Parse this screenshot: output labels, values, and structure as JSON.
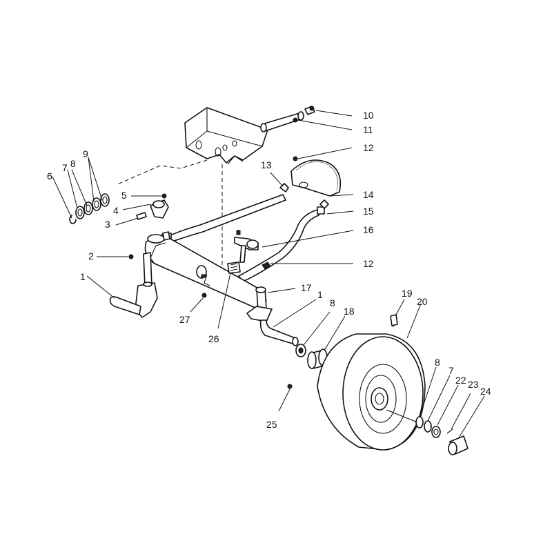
{
  "diagram": {
    "callouts": [
      "1",
      "2",
      "3",
      "4",
      "5",
      "6",
      "7",
      "8",
      "9",
      "10",
      "11",
      "12",
      "12",
      "13",
      "14",
      "15",
      "16",
      "12",
      "17",
      "1",
      "8",
      "18",
      "19",
      "20",
      "8",
      "7",
      "22",
      "23",
      "24",
      "25",
      "26",
      "27"
    ]
  }
}
